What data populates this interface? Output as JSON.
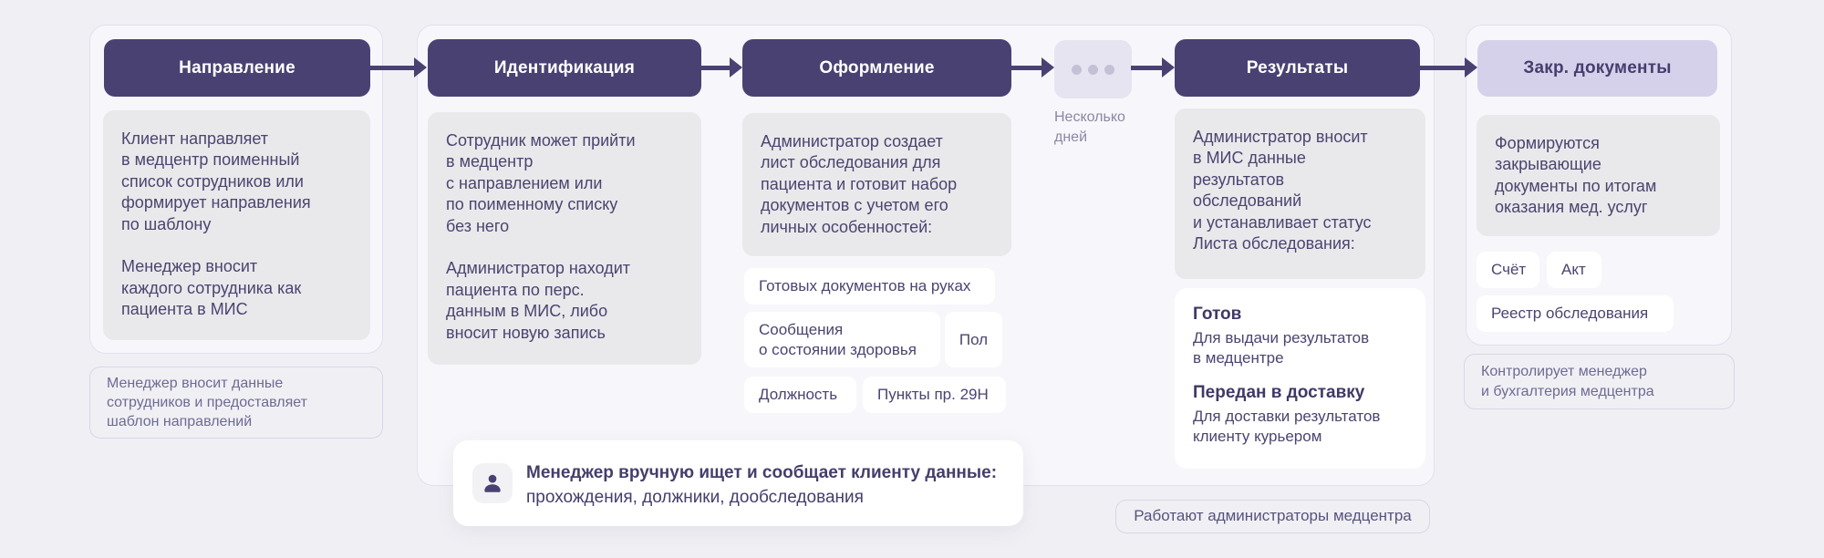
{
  "colors": {
    "page_background": "#f0f0f4",
    "container_background": "#f7f6fa",
    "stage_header_background": "#4a4173",
    "stage_header_text": "#ffffff",
    "closing_header_background": "#d6d1ea",
    "body_box_background": "#e9e9eb",
    "body_text": "#4b4470",
    "note_text": "#6e6a94",
    "wait_label_text": "#8b87a5",
    "arrow": "#4a4173"
  },
  "stages": {
    "referral": {
      "title": "Направление",
      "body": "Клиент направляет\nв медцентр поименный\nсписок сотрудников или\nформирует направления\nпо шаблону\n\nМенеджер вносит\nкаждого сотрудника как\nпациента в МИС"
    },
    "identification": {
      "title": "Идентификация",
      "body": "Сотрудник может прийти\nв медцентр\nс направлением или\nпо поименному списку\nбез него\n\nАдминистратор находит\nпациента по перс.\nданным в МИС, либо\nвносит новую запись"
    },
    "processing": {
      "title": "Оформление",
      "body": "Администратор создает\nлист обследования для\nпациента и готовит набор\nдокументов с учетом его\nличных особенностей:",
      "chips": [
        "Готовых документов на руках",
        "Сообщения\nо состоянии здоровья",
        "Пол",
        "Должность",
        "Пункты пр. 29Н"
      ]
    },
    "wait": {
      "icon": "ellipsis-icon",
      "label": "Несколько дней"
    },
    "results": {
      "title": "Результаты",
      "body": "Администратор вносит\nв МИС данные\nрезультатов\nобследований\nи устанавливает статус\nЛиста обследования:",
      "statuses": [
        {
          "name": "Готов",
          "description": "Для выдачи результатов\nв медцентре"
        },
        {
          "name": "Передан в доставку",
          "description": "Для доставки результатов\nклиенту курьером"
        }
      ]
    },
    "closing": {
      "title": "Закр. документы",
      "body": "Формируются\nзакрывающие\nдокументы по итогам\nоказания мед. услуг",
      "chips": [
        "Счёт",
        "Акт",
        "Реестр обследования"
      ]
    }
  },
  "notes": {
    "referral": "Менеджер вносит данные\nсотрудников и предоставляет\nшаблон направлений",
    "results": "Работают администраторы медцентра",
    "closing": "Контролирует менеджер\nи бухгалтерия медцентра"
  },
  "callout": {
    "icon": "person-icon",
    "title": "Менеджер вручную ищет и сообщает клиенту данные:",
    "subtitle": "прохождения, должники, дообследования"
  }
}
